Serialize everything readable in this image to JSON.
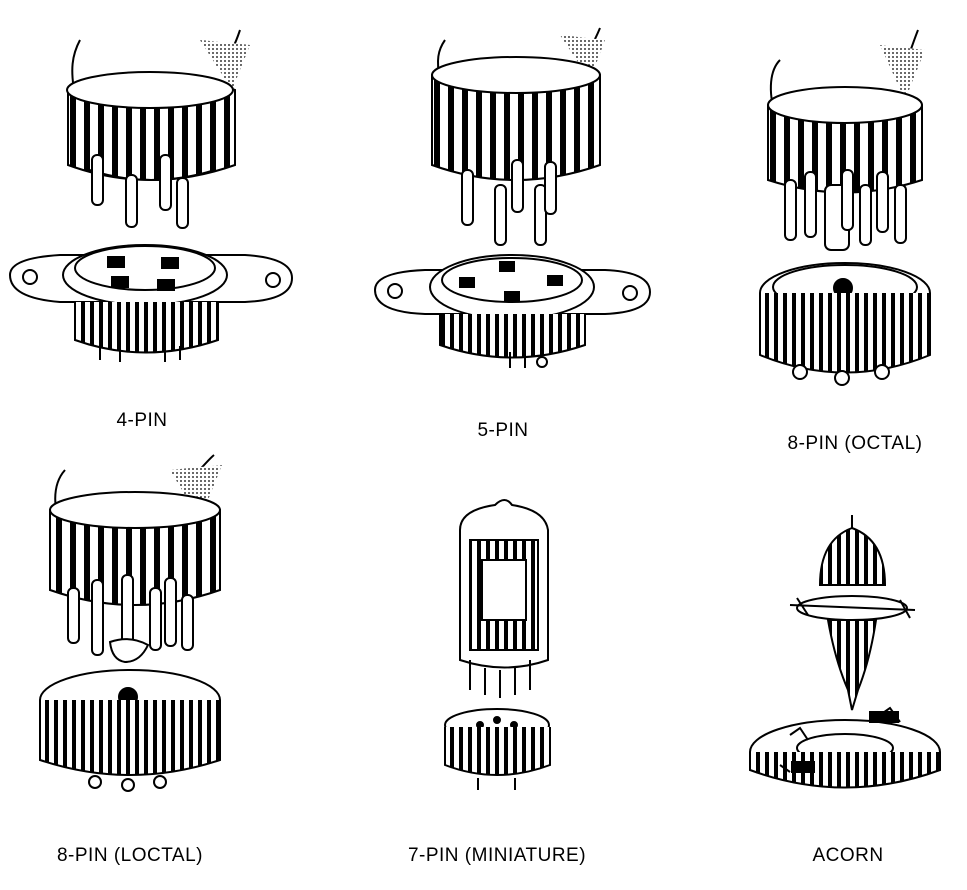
{
  "captions": {
    "four_pin": "4-PIN",
    "five_pin": "5-PIN",
    "octal": "8-PIN (OCTAL)",
    "loctal": "8-PIN (LOCTAL)",
    "miniature": "7-PIN (MINIATURE)",
    "acorn": "ACORN"
  },
  "colors": {
    "ink": "#000000",
    "paper": "#ffffff"
  }
}
